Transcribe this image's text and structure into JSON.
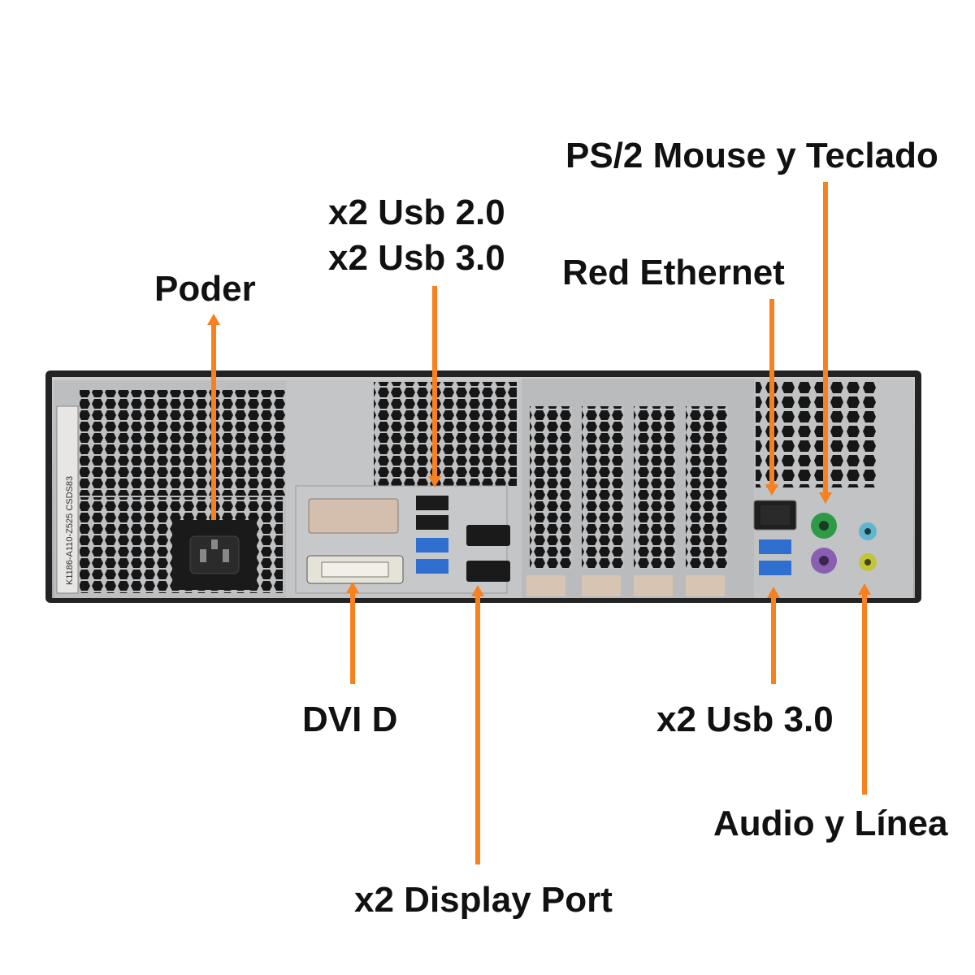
{
  "labels": {
    "ps2": "PS/2 Mouse y Teclado",
    "usb_top_line1": "x2 Usb 2.0",
    "usb_top_line2": "x2 Usb 3.0",
    "power": "Poder",
    "ethernet": "Red Ethernet",
    "dvi": "DVI D",
    "usb_bottom": "x2 Usb 3.0",
    "audio": "Audio y Línea",
    "displayport": "x2 Display Port"
  },
  "printed_on_unit": {
    "psu_sticker": "K1186-A110-Z525 CSDS83"
  },
  "colors": {
    "arrow": "#f7801f",
    "chassis": "#b4b6b8",
    "chassis_dark": "#252525",
    "usb3_blue": "#2f6fd0",
    "ps2_mouse": "#2e9a48",
    "ps2_keyboard": "#8a5fb2",
    "audio_in": "#5fb6cf",
    "audio_line": "#c2c53a"
  },
  "icons": {
    "arrow": "arrow-icon",
    "vent": "hex-vent-icon"
  }
}
